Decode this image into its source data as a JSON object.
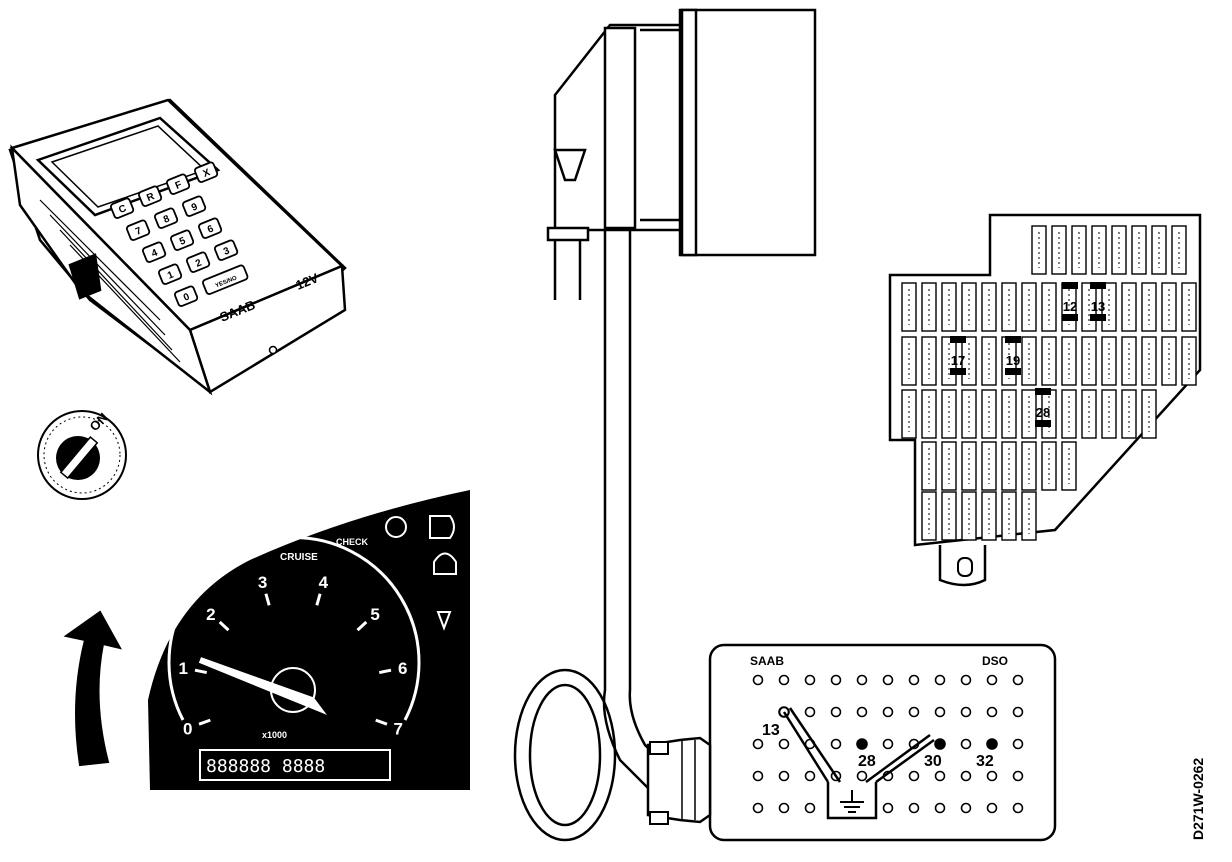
{
  "figure_code": "D271W-0262",
  "tester": {
    "brand": "SAAB",
    "voltage": "12V",
    "keys": [
      "C",
      "R",
      "F",
      "X",
      "7",
      "8",
      "9",
      "4",
      "5",
      "6",
      "1",
      "2",
      "3",
      "0",
      "YES/NO"
    ]
  },
  "ignition": {
    "position_label": "ON"
  },
  "instrument_cluster": {
    "tach_numbers": [
      "0",
      "1",
      "2",
      "3",
      "4",
      "5",
      "6",
      "7"
    ],
    "tach_unit": "x1000",
    "cruise_label": "CRUISE",
    "odometer": "888888 8888",
    "check_label": "CHECK"
  },
  "fuse_box": {
    "highlighted_fuses": [
      "12",
      "13",
      "17",
      "19",
      "28"
    ]
  },
  "diagnostic_connector": {
    "brand": "SAAB",
    "code": "DSO",
    "pins": [
      "13",
      "28",
      "30",
      "32"
    ]
  },
  "colors": {
    "ink": "#000000",
    "paper": "#ffffff"
  }
}
